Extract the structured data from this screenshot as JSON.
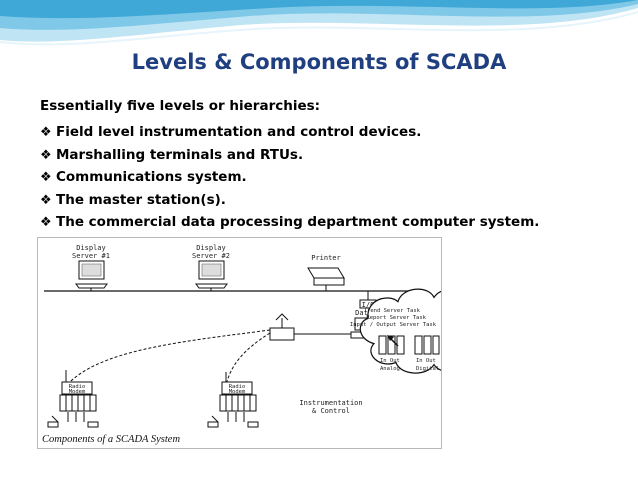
{
  "slide": {
    "title": "Levels & Components of SCADA",
    "intro": "Essentially five levels or hierarchies:",
    "bullet_icon": "four-diamond-bullet-icon",
    "bullets": [
      "Field level instrumentation and control devices.",
      "Marshalling terminals and RTUs.",
      "Communications system.",
      "The master station(s).",
      "The commercial data processing department computer system."
    ],
    "colors": {
      "title": "#1f3f80",
      "wave_dark": "#3fa8d6",
      "wave_light": "#bfe4f3"
    }
  },
  "diagram": {
    "display_server_1": [
      "Display",
      "Server #1"
    ],
    "display_server_2": [
      "Display",
      "Server #2"
    ],
    "printer": "Printer",
    "io_database": [
      "I/O",
      "Database"
    ],
    "cloud_tasks": [
      "Trend Server Task",
      "Report Server Task",
      "Input / Output Server Task"
    ],
    "in_out_1": "In  Out",
    "in_out_2": "In  Out",
    "analog": "Analog",
    "digital": "Digital",
    "radio_modem_1": [
      "Radio",
      "Modem"
    ],
    "radio_modem_2": [
      "Radio",
      "Modem"
    ],
    "instrumentation": [
      "Instrumentation",
      "& Control"
    ],
    "caption": "Components of a SCADA System"
  }
}
